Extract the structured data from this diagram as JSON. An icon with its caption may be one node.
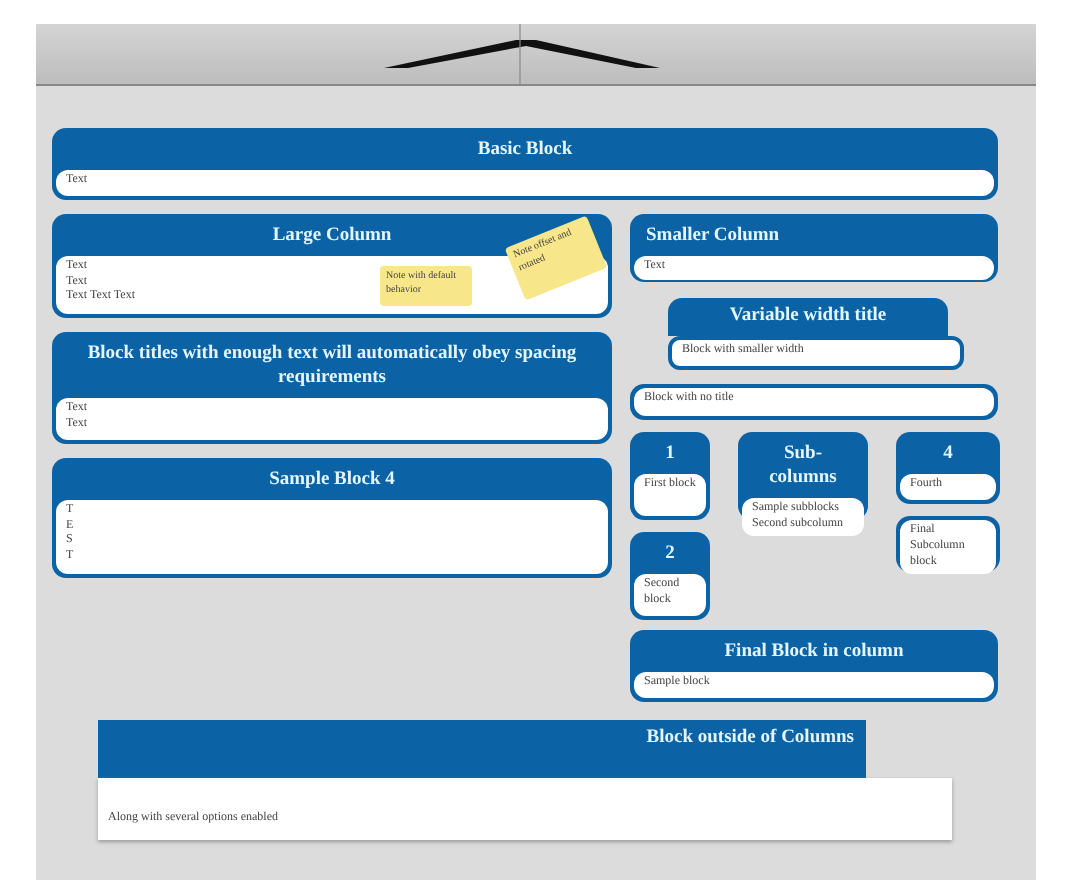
{
  "diagram": {
    "nodes": [
      {
        "text": [
          "Basic Block",
          "Text"
        ]
      },
      {
        "text": [
          "Large Column",
          "Text",
          "Text",
          "Text Text Text"
        ]
      },
      {
        "text": [
          "Note with default behavior"
        ],
        "in": 1
      },
      {
        "text": [
          "Note offset and rotated"
        ],
        "in": 1
      },
      {
        "text": [
          "Block titles with enough text will automatically obey spacing requirements",
          "Text",
          "Text"
        ]
      },
      {
        "text": [
          "Sample Block 4",
          "T",
          "E",
          "S",
          "T"
        ]
      },
      {
        "text": [
          "Smaller Column",
          "Text"
        ]
      },
      {
        "text": [
          "Variable width title",
          "Block with smaller width"
        ]
      },
      {
        "text": [
          "Block with no title"
        ]
      },
      {
        "text": [
          "1",
          "First block"
        ]
      },
      {
        "text": [
          "Sub-columns",
          "Sample subblocks",
          "Second subcolumn"
        ]
      },
      {
        "text": [
          "4",
          "Fourth"
        ]
      },
      {
        "text": [
          "2",
          "Second block"
        ]
      },
      {
        "text": [
          "Final Subcolumn block"
        ]
      },
      {
        "text": [
          "Final Block in column",
          "Sample block"
        ]
      },
      {
        "text": [
          "Block outside of Columns",
          "Along with several options enabled"
        ]
      }
    ],
    "edges": []
  }
}
